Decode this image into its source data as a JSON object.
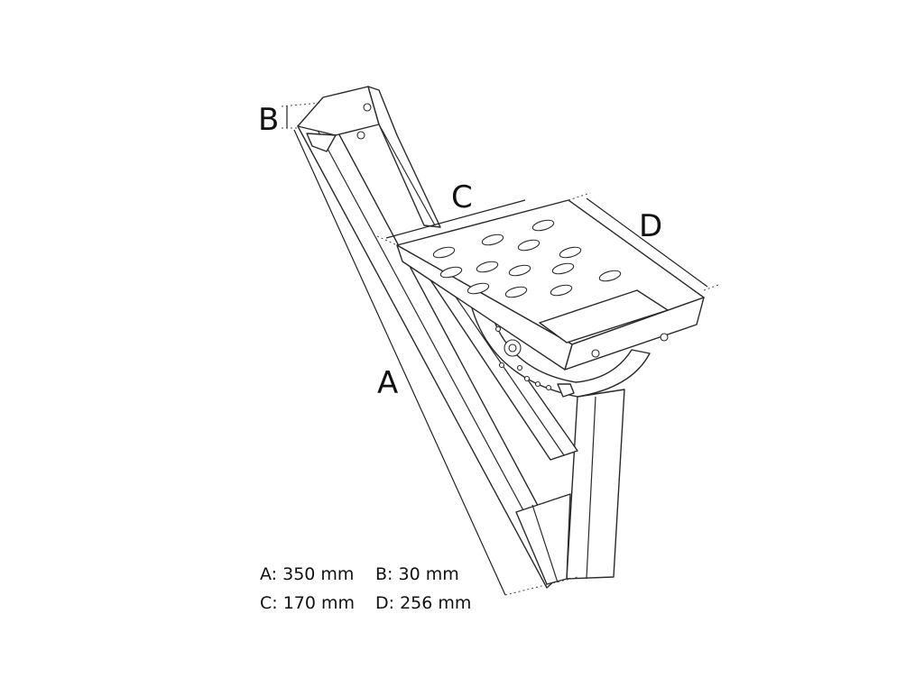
{
  "labels": {
    "a": "A",
    "b": "B",
    "c": "C",
    "d": "D"
  },
  "specs": {
    "a": "A: 350 mm",
    "b": "B: 30 mm",
    "c": "C: 170 mm",
    "d": "D: 256 mm"
  }
}
